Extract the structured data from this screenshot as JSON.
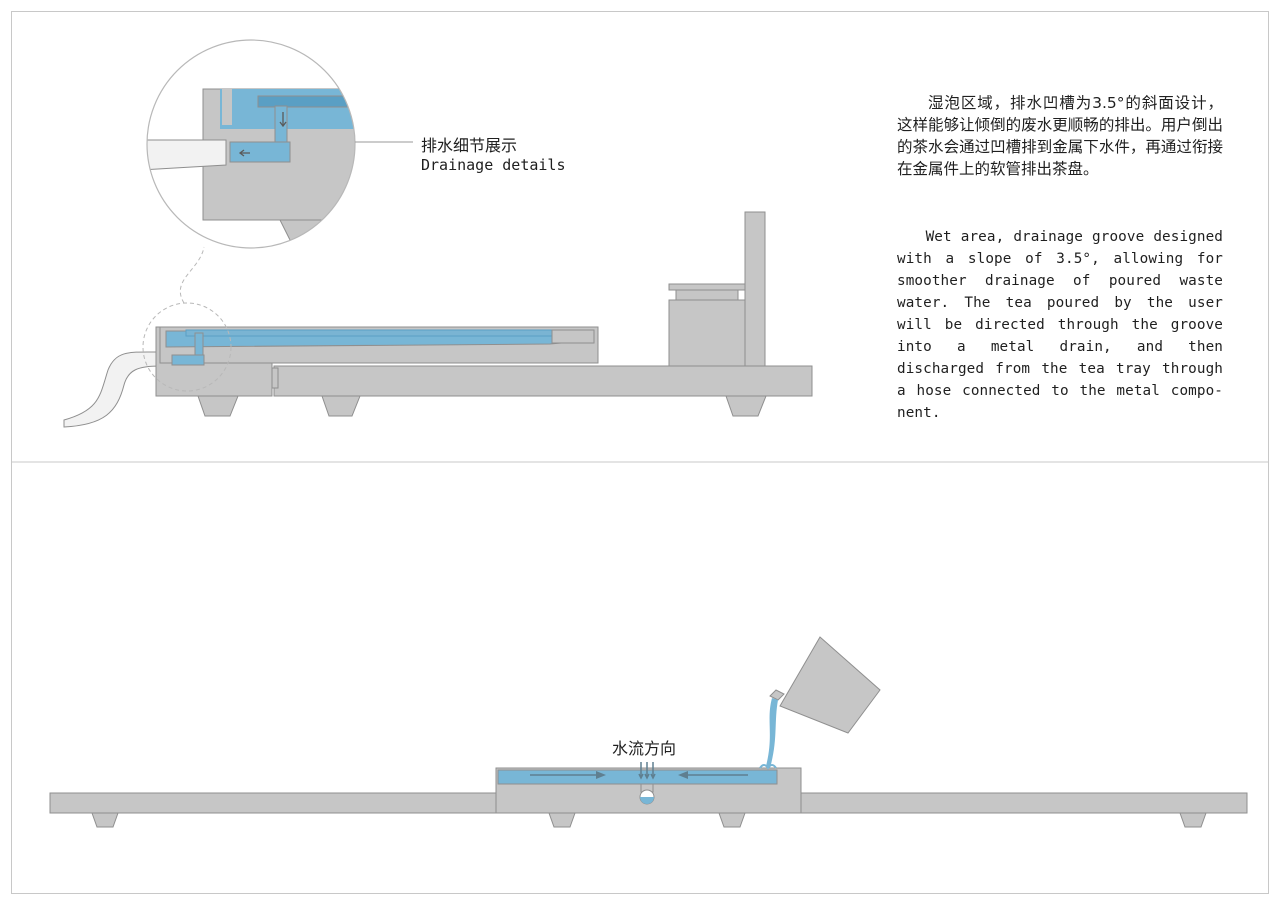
{
  "texts": {
    "description_cn": "湿泡区域，排水凹槽为3.5°的斜面设计，这样能够让倾倒的废水更顺畅的排出。用户倒出的茶水会通过凹槽排到金属下水件，再通过衔接在金属件上的软管排出茶盘。",
    "description_en": "Wet area, drainage groove designed with a slope of 3.5°, allowing for smoother drainage of poured waste water. The tea poured by the user will be directed through the groove into a metal drain, and then discharged from the tea tray through a hose connected to the metal compo-nent.",
    "detail_label_cn": "排水细节展示",
    "detail_label_en": "Drainage details",
    "flow_label_cn": "水流方向"
  },
  "colors": {
    "body_gray": "#c6c6c6",
    "outline_gray": "#8f8f8f",
    "water_blue": "#78b6d6",
    "water_dark": "#5a9fc4",
    "frame": "#c8c8c8"
  }
}
